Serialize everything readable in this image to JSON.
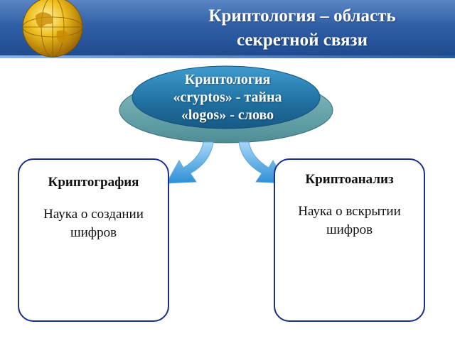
{
  "header": {
    "title_line1": "Криптология – область",
    "title_line2": "секретной связи"
  },
  "center": {
    "line1": "Криптология",
    "line2": "«cryptos» - тайна",
    "line3": "«logos» - слово"
  },
  "left_box": {
    "title": "Криптография",
    "description": "Наука о создании шифров"
  },
  "right_box": {
    "title": "Криптоанализ",
    "description": "Наука о вскрытии шифров"
  },
  "icons": [
    "globe-icon",
    "arrow-left-icon",
    "arrow-right-icon"
  ],
  "colors": {
    "header": "#2f5fa6",
    "ellipse": "#2a78a8",
    "ellipse_base": "#5f9ea8",
    "arrow": "#3a98dc",
    "box_border": "#1a2f8a"
  }
}
